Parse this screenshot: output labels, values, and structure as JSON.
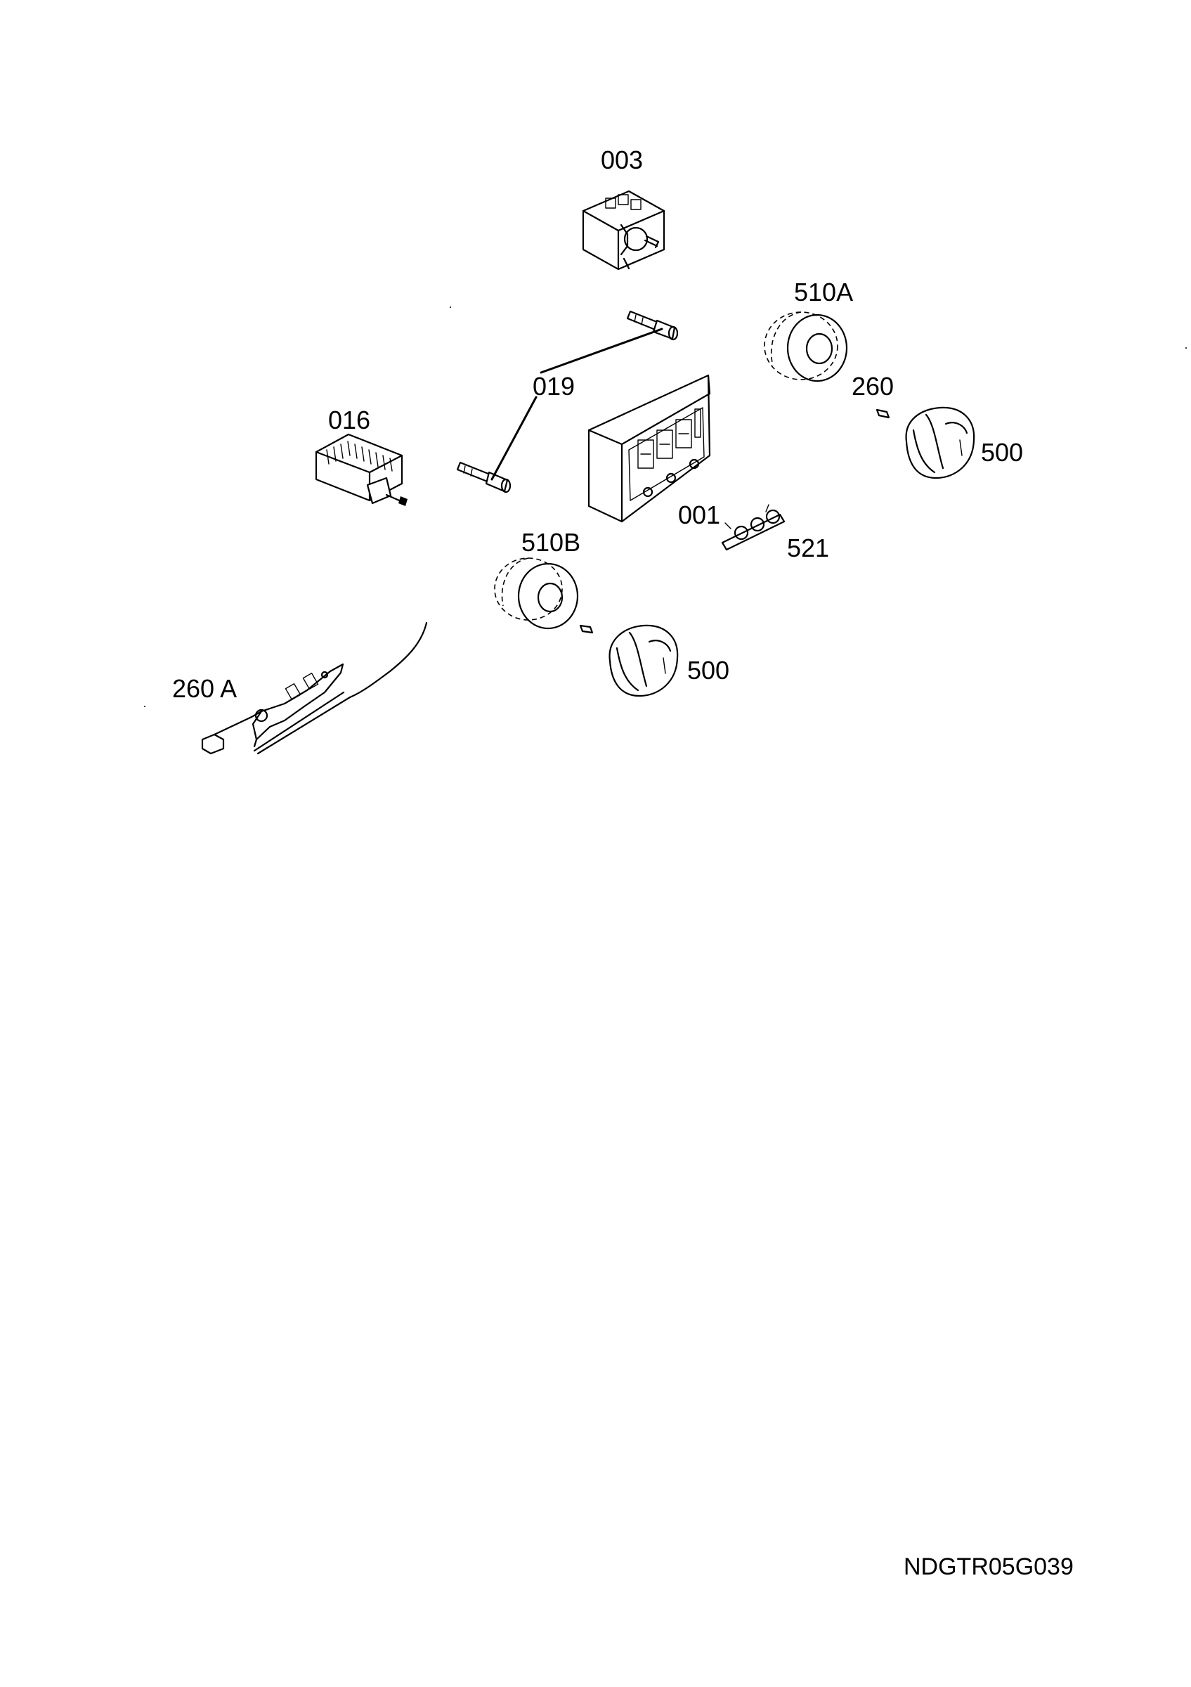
{
  "labels": {
    "p003": "003",
    "p510a": "510A",
    "p019": "019",
    "p260": "260",
    "p016": "016",
    "p500a": "500",
    "p001": "001",
    "p521": "521",
    "p510b": "510B",
    "p500b": "500",
    "p260a": "260 A"
  },
  "drawing_code": "NDGTR05G039"
}
